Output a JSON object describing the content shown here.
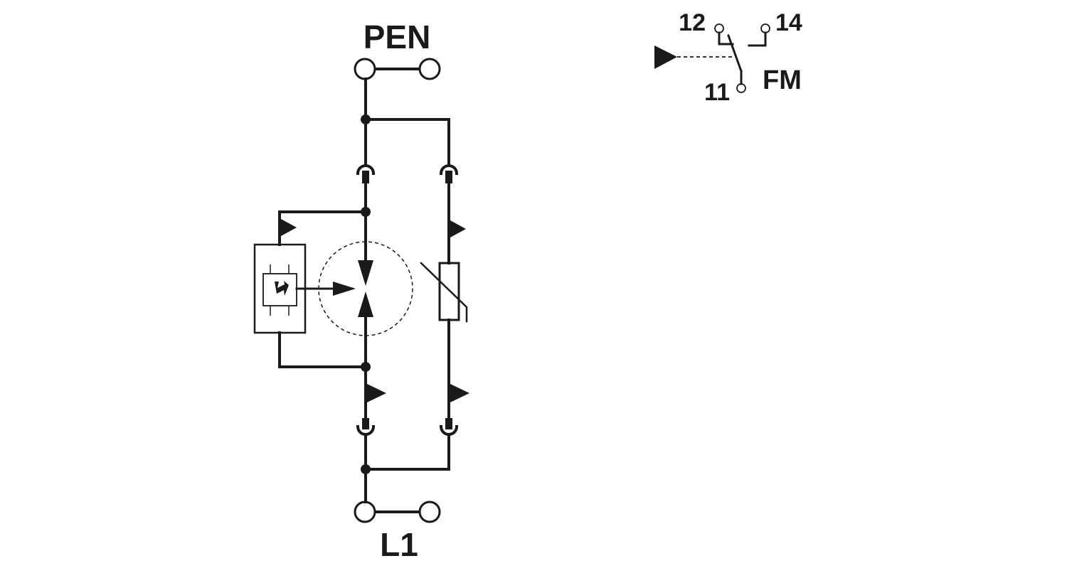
{
  "labels": {
    "top_terminal": "PEN",
    "bottom_terminal": "L1",
    "contact_12": "12",
    "contact_14": "14",
    "contact_11": "11",
    "fm": "FM"
  }
}
